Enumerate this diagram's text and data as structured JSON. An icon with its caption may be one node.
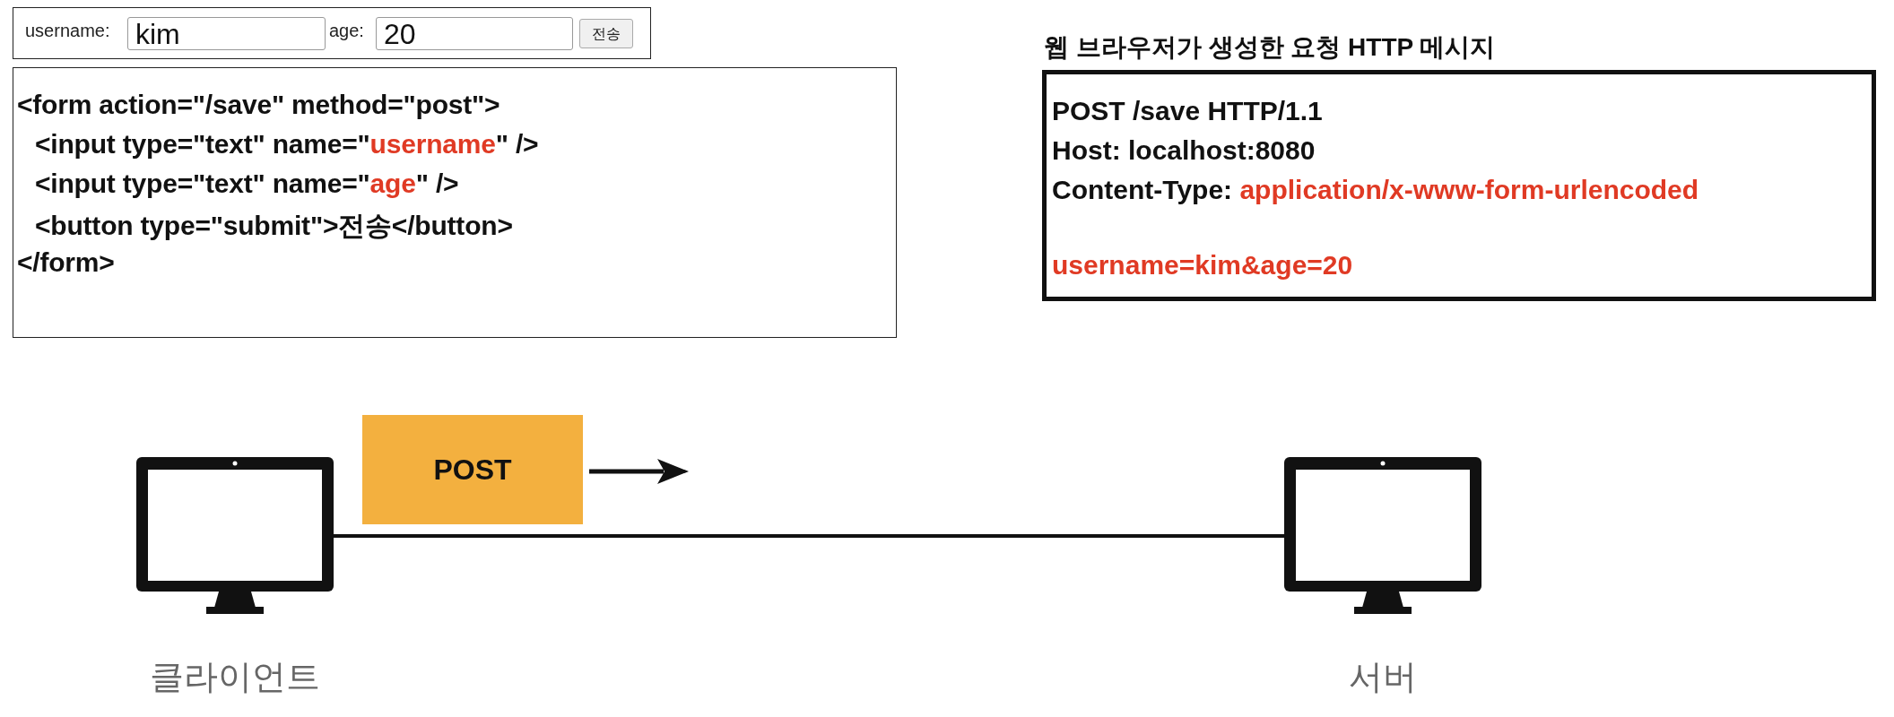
{
  "diagram": {
    "nodes": [
      {
        "text": [
          "username:",
          "kim",
          "age:",
          "20",
          "전송"
        ]
      },
      {
        "text": [
          "<form action=\"/save\" method=\"post\">",
          "<input type=\"text\" name=\"**username**\" />",
          "<input type=\"text\" name=\"**age**\" />",
          "<button type=\"submit\">전송</button>",
          "</form>"
        ]
      },
      {
        "text": [
          "웹 브라우저가 생성한 요청 HTTP 메시지",
          "POST /save HTTP/1.1",
          "Host: localhost:8080",
          "Content-Type: **application/x-www-form-urlencoded**",
          "**username=kim&age=20**"
        ]
      },
      {
        "text": [],
        "shape": "monitor",
        "beside": [
          "클라이언트"
        ]
      },
      {
        "text": [
          "POST"
        ]
      },
      {
        "text": [],
        "shape": "monitor",
        "beside": [
          "서버"
        ]
      }
    ],
    "edges": [
      {
        "from": 3,
        "to": 5,
        "arrow": "none"
      }
    ]
  }
}
